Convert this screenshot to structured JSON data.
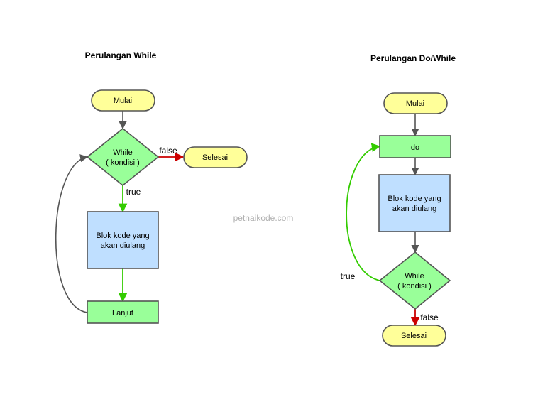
{
  "colors": {
    "terminal_fill": "#ffff99",
    "decision_fill": "#99ff99",
    "process_fill": "#bfdfff",
    "step_fill": "#99ff99",
    "edge_default": "#555555",
    "edge_true": "#33cc00",
    "edge_false": "#cc0000"
  },
  "watermark": "petnaikode.com",
  "while_loop": {
    "title": "Perulangan While",
    "start": "Mulai",
    "condition_line1": "While",
    "condition_line2": "( kondisi )",
    "end": "Selesai",
    "block_line1": "Blok kode yang",
    "block_line2": "akan diulang",
    "next": "Lanjut",
    "label_true": "true",
    "label_false": "false"
  },
  "do_while_loop": {
    "title": "Perulangan Do/While",
    "start": "Mulai",
    "do": "do",
    "block_line1": "Blok kode yang",
    "block_line2": "akan diulang",
    "condition_line1": "While",
    "condition_line2": "( kondisi )",
    "end": "Selesai",
    "label_true": "true",
    "label_false": "false"
  }
}
